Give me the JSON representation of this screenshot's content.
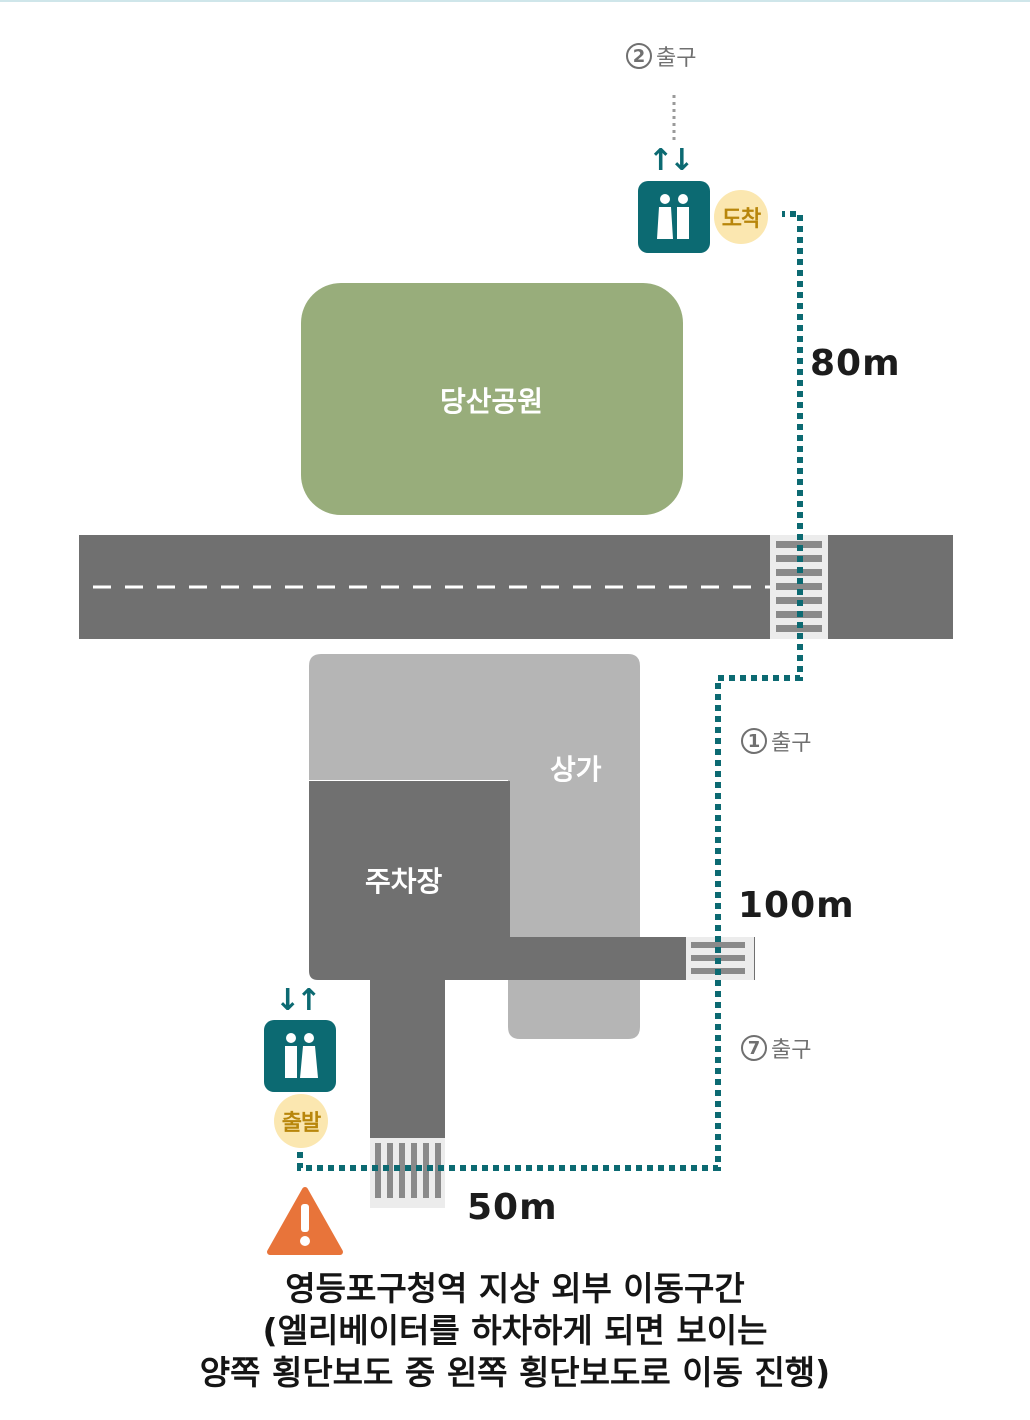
{
  "exits": {
    "exit2": {
      "number": "2",
      "label": "출구"
    },
    "exit1": {
      "number": "1",
      "label": "출구"
    },
    "exit7": {
      "number": "7",
      "label": "출구"
    }
  },
  "areas": {
    "park": "당산공원",
    "shops": "상가",
    "parking": "주차장"
  },
  "badges": {
    "arrival": "도착",
    "departure": "출발"
  },
  "distances": {
    "segment_top": "80m",
    "segment_middle": "100m",
    "segment_bottom": "50m"
  },
  "icons": {
    "elevator": "elevator-icon",
    "up_down": "up-down-arrows-icon",
    "warning": "warning-triangle-icon"
  },
  "colors": {
    "route": "#0c6a72",
    "park": "#98ad7b",
    "road": "#707070",
    "shops": "#b5b5b5",
    "parking": "#707070",
    "badge": "#fbe7b0",
    "warning": "#e8743a"
  },
  "caption": {
    "line1": "영등포구청역 지상 외부 이동구간",
    "line2": "(엘리베이터를 하차하게 되면 보이는",
    "line3": "양쪽 횡단보도 중 왼쪽 횡단보도로 이동 진행)"
  }
}
